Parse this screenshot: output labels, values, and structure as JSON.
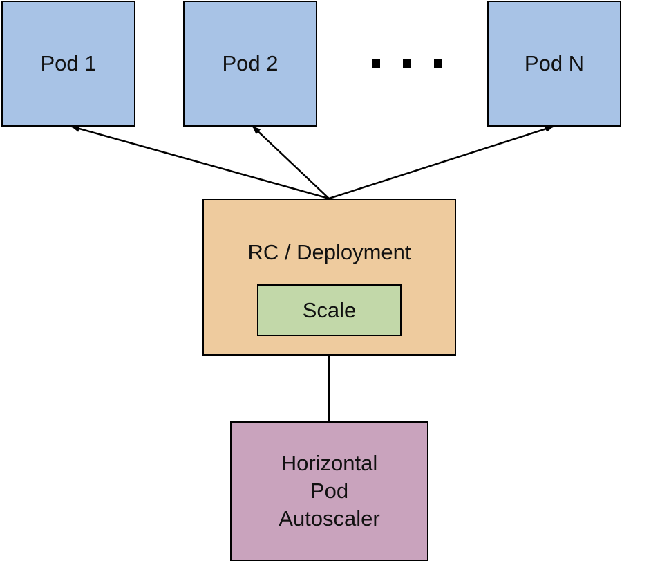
{
  "pods": [
    {
      "label": "Pod 1"
    },
    {
      "label": "Pod 2"
    },
    {
      "label": "Pod N"
    }
  ],
  "rc": {
    "label": "RC / Deployment"
  },
  "scale": {
    "label": "Scale"
  },
  "hpa": {
    "lines": [
      "Horizontal",
      "Pod",
      "Autoscaler"
    ]
  },
  "colors": {
    "pod": "#a8c3e6",
    "rc": "#eecb9e",
    "scale": "#c2d8a9",
    "hpa": "#c9a3bd"
  }
}
